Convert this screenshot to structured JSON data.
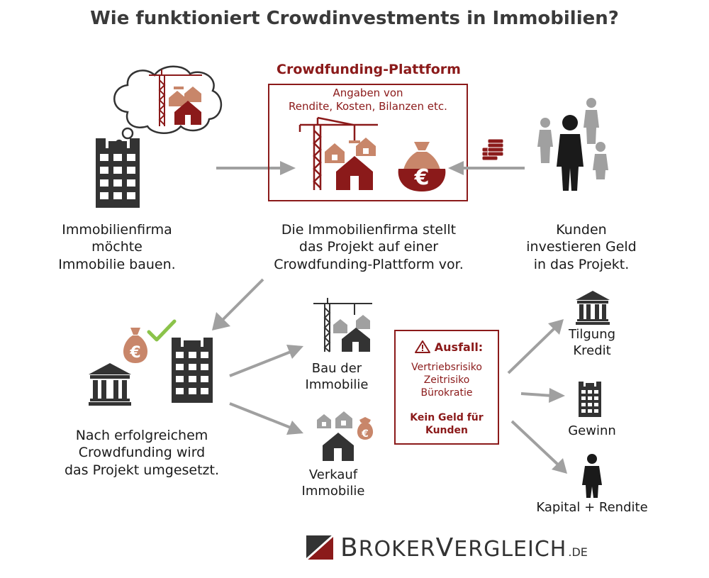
{
  "title": "Wie funktioniert Crowdinvestments in Immobilien?",
  "platform": {
    "title": "Crowdfunding-Plattform",
    "lines": [
      "Angaben von",
      "Rendite, Kosten, Bilanzen etc."
    ]
  },
  "steps": {
    "company": [
      "Immobilienfirma",
      "möchte",
      "Immobilie bauen."
    ],
    "present": [
      "Die Immobilienfirma stellt",
      "das Projekt auf einer",
      "Crowdfunding-Plattform vor."
    ],
    "customers": [
      "Kunden",
      "investieren Geld",
      "in das Projekt."
    ],
    "implement": [
      "Nach erfolgreichem",
      "Crowdfunding wird",
      "das Projekt umgesetzt."
    ],
    "build": [
      "Bau der",
      "Immobilie"
    ],
    "sell": [
      "Verkauf",
      "Immobilie"
    ]
  },
  "risk": {
    "head": "Ausfall:",
    "items": [
      "Vertriebsrisiko",
      "Zeitrisiko",
      "Bürokratie"
    ],
    "result": [
      "Kein Geld für",
      "Kunden"
    ]
  },
  "outcomes": {
    "repayment": [
      "Tilgung",
      "Kredit"
    ],
    "profit": "Gewinn",
    "capital": "Kapital + Rendite"
  },
  "brand": {
    "big1": "B",
    "rest1": "ROKER",
    "big2": "V",
    "rest2": "ERGLEICH",
    "tld": ".DE"
  },
  "colors": {
    "accent": "#8b1a1a",
    "dark": "#333333",
    "salmon": "#c8866a",
    "gray": "#a0a0a0",
    "check": "#8bc34a"
  }
}
